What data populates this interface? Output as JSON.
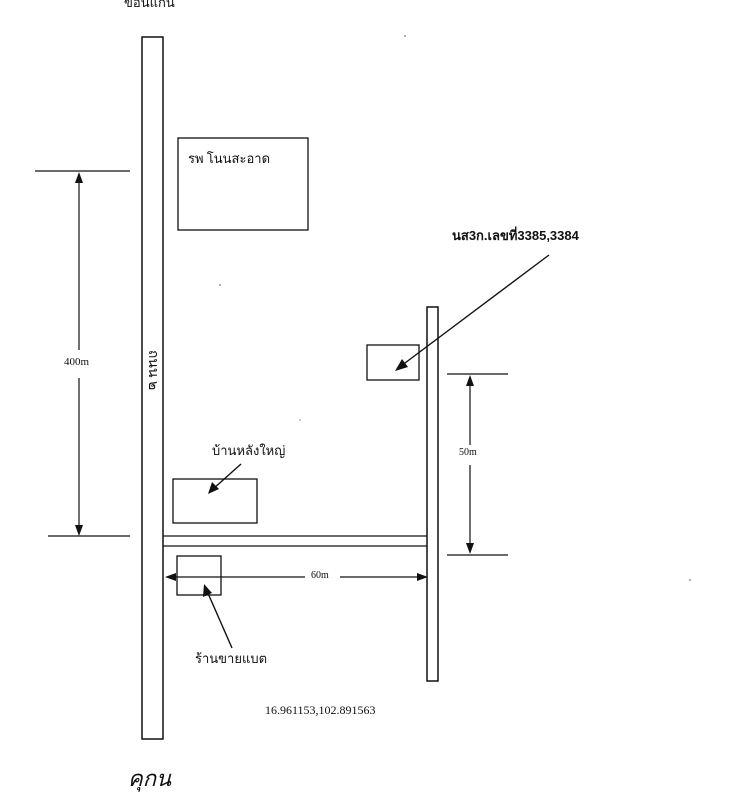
{
  "map": {
    "top_label": "ขอนแก่น",
    "main_road_label": "ถนน ๒",
    "hospital_label": "รพ โนนสะอาด",
    "parcel_label": "นส3ก.เลขที่3385,3384",
    "big_house_label": "บ้านหลังใหญ่",
    "battery_shop_label": "ร้านขายแบต",
    "dist_400": "400m",
    "dist_50": "50m",
    "dist_60": "60m",
    "coordinates": "16.961153,102.891563",
    "signature": "คุกน"
  }
}
